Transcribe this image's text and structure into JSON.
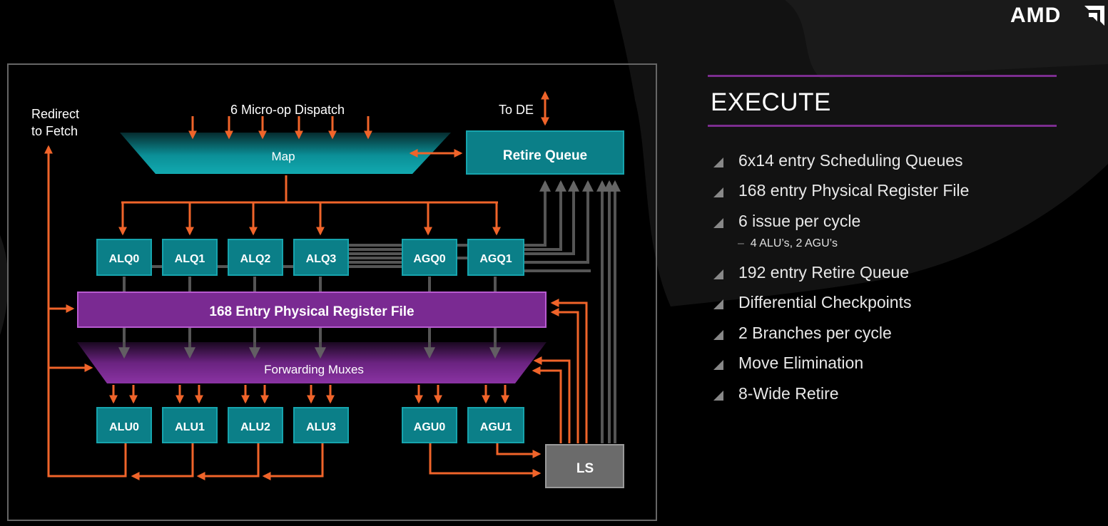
{
  "brand": {
    "logo_text": "AMD"
  },
  "diagram": {
    "dispatch_label": "6 Micro-op Dispatch",
    "redirect_label_line1": "Redirect",
    "redirect_label_line2": "to Fetch",
    "to_de_label": "To DE",
    "map_label": "Map",
    "retire_queue_label": "Retire Queue",
    "register_file_label": "168 Entry Physical Register File",
    "forwarding_label": "Forwarding Muxes",
    "ls_label": "LS",
    "queues": [
      "ALQ0",
      "ALQ1",
      "ALQ2",
      "ALQ3",
      "AGQ0",
      "AGQ1"
    ],
    "units": [
      "ALU0",
      "ALU1",
      "ALU2",
      "ALU3",
      "AGU0",
      "AGU1"
    ]
  },
  "panel": {
    "title": "EXECUTE",
    "bullets": [
      "6x14 entry Scheduling Queues",
      "168 entry Physical Register File",
      "6 issue per cycle",
      "192 entry Retire Queue",
      "Differential Checkpoints",
      "2 Branches per cycle",
      "Move Elimination",
      "8-Wide Retire"
    ],
    "sub_bullet": "4 ALU’s, 2 AGU’s"
  },
  "colors": {
    "orange": "#f0642a",
    "teal": "#0b8f97",
    "purple": "#7a2a92",
    "gray_arrow": "#5a5a5a",
    "accent_rule": "#7b2d8f"
  }
}
